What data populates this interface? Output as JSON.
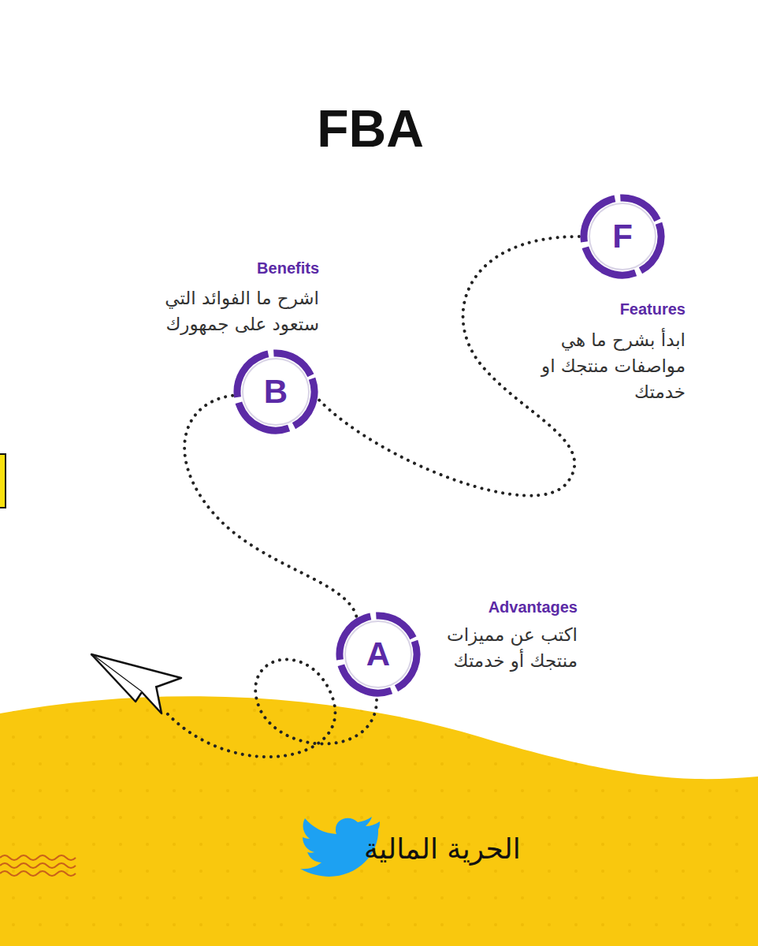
{
  "diagram": {
    "title": "FBA",
    "nodes": [
      {
        "text": [
          "F",
          "Features",
          "ابدأ بشرح ما هي مواصفات منتجك او خدمتك"
        ]
      },
      {
        "text": [
          "B",
          "Benefits",
          "اشرح ما الفوائد التي ستعود على جمهورك"
        ]
      },
      {
        "text": [
          "A",
          "Advantages",
          "اكتب عن مميزات منتجك أو خدمتك"
        ]
      }
    ],
    "edges": [
      {
        "from": 0,
        "to": 1,
        "arrow": "none"
      },
      {
        "from": 1,
        "to": 2,
        "arrow": "none"
      }
    ],
    "labels": [
      "الحرية المالية"
    ]
  }
}
